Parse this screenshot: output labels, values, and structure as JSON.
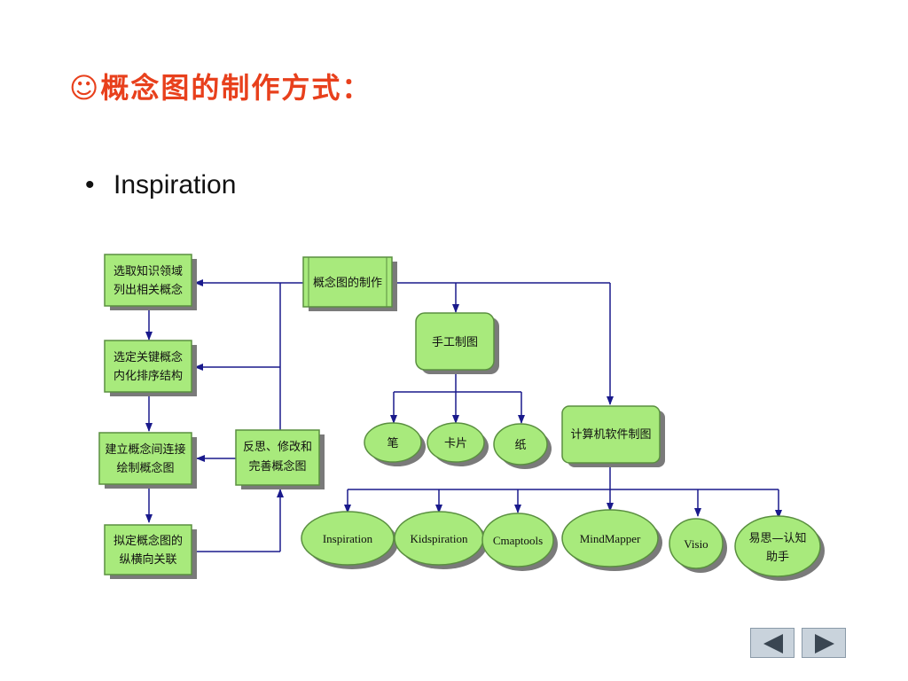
{
  "title": "☺概念图的制作方式：",
  "bullet": {
    "symbol": "•",
    "text": "Inspiration"
  },
  "diagram": {
    "nodes": {
      "step1": [
        "选取知识领域",
        "列出相关概念"
      ],
      "step2": [
        "选定关键概念",
        "内化排序结构"
      ],
      "step3": [
        "建立概念间连接",
        "绘制概念图"
      ],
      "step4": [
        "拟定概念图的",
        "纵横向关联"
      ],
      "reflect": [
        "反思、修改和",
        "完善概念图"
      ],
      "make": "概念图的制作",
      "manual": "手工制图",
      "software": "计算机软件制图",
      "pen": "笔",
      "card": "卡片",
      "paper": "纸",
      "tools": [
        "Inspiration",
        "Kidspiration",
        "Cmaptools",
        "MindMapper",
        "Visio",
        [
          "易思—认知",
          "助手"
        ]
      ]
    }
  },
  "colors": {
    "title": "#e8401c",
    "box_fill": "#a8ea7c",
    "box_border": "#5a8f40",
    "line": "#1a1a8c",
    "shadow": "#7a7a7a"
  },
  "nav": {
    "prev_icon": "triangle-left-icon",
    "next_icon": "triangle-right-icon"
  }
}
